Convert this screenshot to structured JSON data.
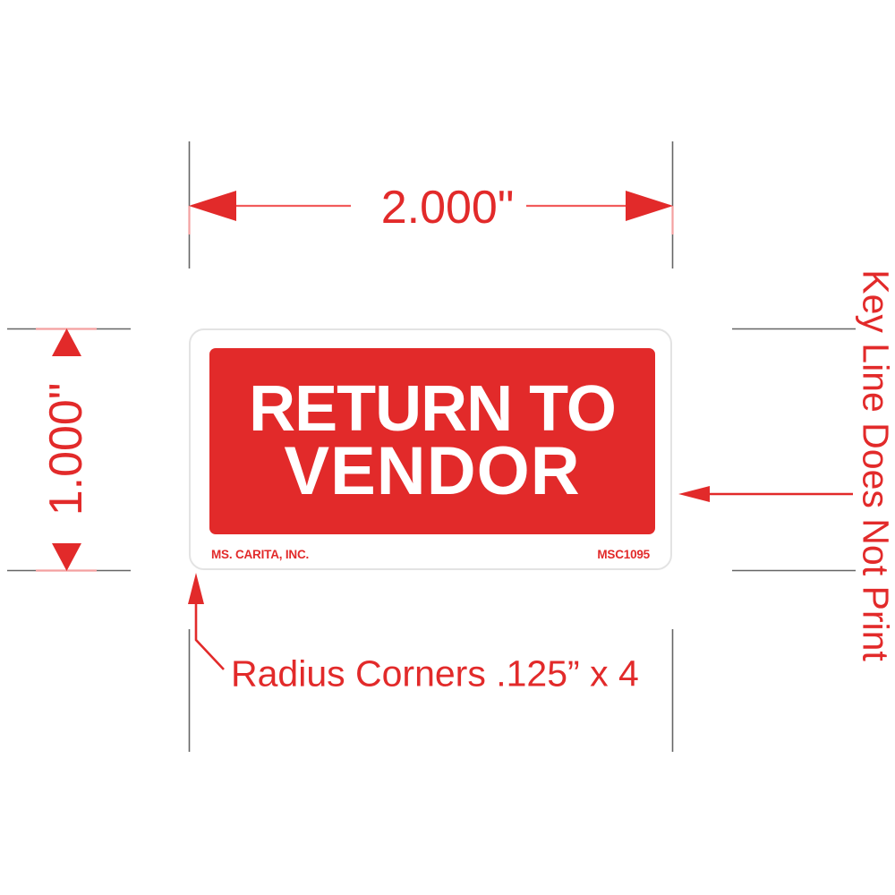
{
  "document": {
    "type": "label-spec-drawing",
    "background_color": "#FFFFFF"
  },
  "colors": {
    "red": "#E22A2A",
    "light_red": "#F4A0A0",
    "keyline_gray": "#E3E3E3",
    "extension_gray": "#666666",
    "white": "#FFFFFF"
  },
  "label": {
    "headline_line1": "RETURN TO",
    "headline_line2": "VENDOR",
    "footer_left": "MS. CARITA, INC.",
    "footer_right": "MSC1095",
    "panel_color": "#E22A2A",
    "text_color": "#FFFFFF",
    "keyline_color": "#E3E3E3"
  },
  "annotations": {
    "width_dimension": "2.000\"",
    "height_dimension": "1.000\"",
    "keyline_note": "Key Line Does Not Print",
    "radius_note": "Radius Corners .125” x 4"
  }
}
